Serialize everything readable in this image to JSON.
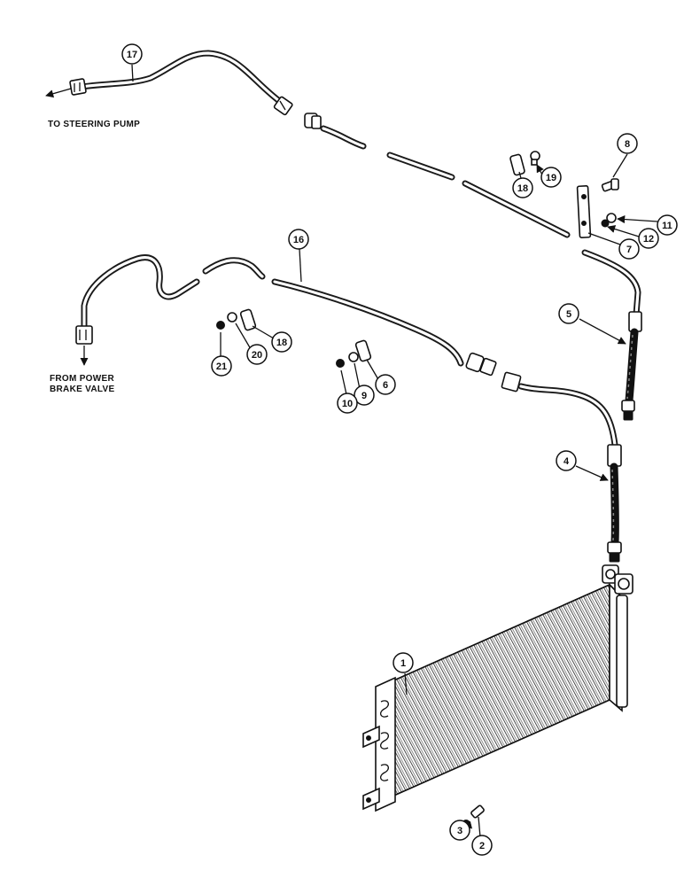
{
  "labels": {
    "to_steering_pump": "TO STEERING PUMP",
    "from_power_line1": "FROM POWER",
    "from_power_line2": "BRAKE VALVE"
  },
  "callouts": {
    "c1": "1",
    "c2": "2",
    "c3": "3",
    "c4": "4",
    "c5": "5",
    "c6": "6",
    "c7": "7",
    "c8": "8",
    "c9": "9",
    "c10": "10",
    "c11": "11",
    "c12": "12",
    "c16": "16",
    "c17": "17",
    "c18a": "18",
    "c18b": "18",
    "c19": "19",
    "c20": "20",
    "c21": "21"
  }
}
